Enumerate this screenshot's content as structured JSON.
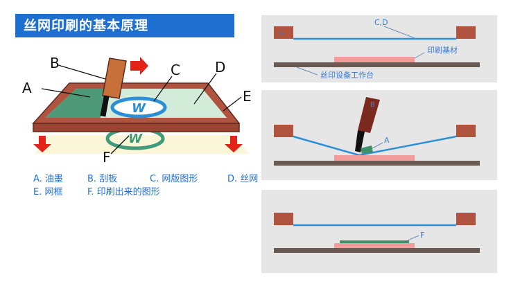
{
  "title": "丝网印刷的基本原理",
  "left_diagram": {
    "callouts": {
      "A": "A",
      "B": "B",
      "C": "C",
      "D": "D",
      "E": "E",
      "F": "F"
    },
    "stencil_text": "W"
  },
  "legend": {
    "row1": [
      "A. 油墨",
      "B. 刮板",
      "C. 网版图形",
      "D. 丝网"
    ],
    "row2": [
      "E. 网框",
      "F. 印刷出来的图形"
    ]
  },
  "panel1": {
    "frame_label": "E",
    "screen_label": "C,D",
    "substrate_label": "印刷基材",
    "table_label": "丝印设备工作台"
  },
  "panel2": {
    "squeegee_label": "B",
    "ink_label": "A"
  },
  "panel3": {
    "print_label": "F"
  },
  "colors": {
    "title_bg": "#1f6fd0",
    "text_blue": "#1f6fd0",
    "frame_brown": "#b0543f",
    "panel_bg": "#e6e6e6",
    "screen_blue": "#2a8fd6",
    "substrate_pink": "#f29c9c",
    "table_brown": "#6b5a53",
    "ink_green": "#3f8f6a",
    "arrow_red": "#e2231a"
  }
}
